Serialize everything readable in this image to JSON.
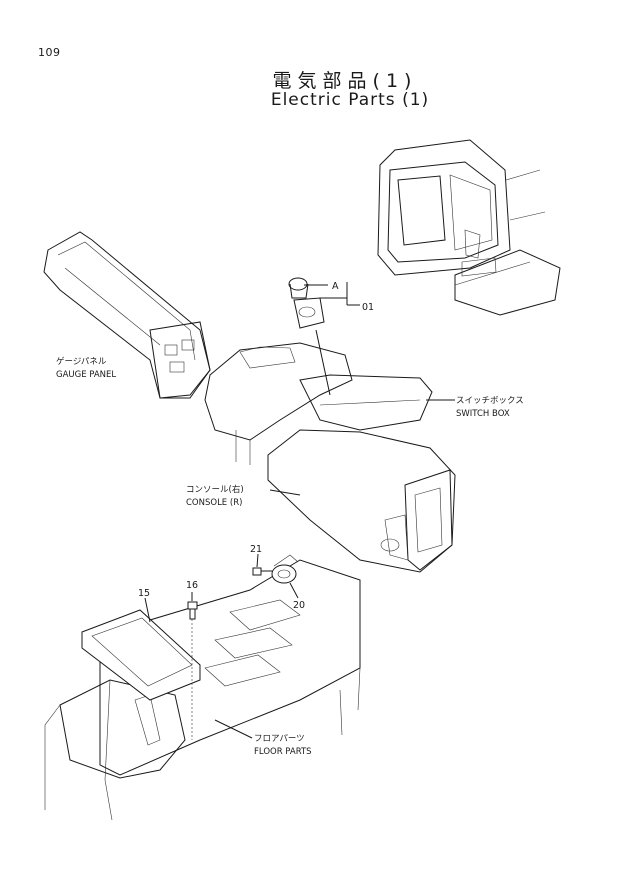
{
  "page_number": "109",
  "title_jp": "電気部品(1)",
  "title_en": "Electric Parts (1)",
  "callouts": {
    "a": "A",
    "p01": "01",
    "p15": "15",
    "p16": "16",
    "p20": "20",
    "p21": "21"
  },
  "labels": {
    "gauge_panel_jp": "ゲージパネル",
    "gauge_panel_en": "GAUGE PANEL",
    "switch_box_jp": "スイッチボックス",
    "switch_box_en": "SWITCH BOX",
    "console_jp": "コンソール(右)",
    "console_en": "CONSOLE (R)",
    "floor_parts_jp": "フロアパーツ",
    "floor_parts_en": "FLOOR PARTS"
  }
}
